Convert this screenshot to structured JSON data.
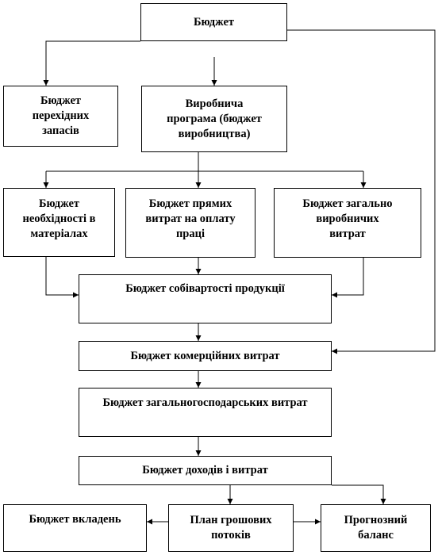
{
  "boxes": {
    "budget": "Бюджет",
    "inventory": "Бюджет\nперехідних\nзапасів",
    "production": "Виробнича\nпрограма (бюджет\nвиробництва)",
    "materials": "Бюджет\nнеобхідності в\nматеріалах",
    "labor": "Бюджет прямих\nвитрат на оплату\nпраці",
    "overhead": "Бюджет загально\nвиробничих\nвитрат",
    "cost": "Бюджет собівартості продукції",
    "commercial": "Бюджет комерційних витрат",
    "admin": "Бюджет загальногосподарських витрат",
    "income": "Бюджет доходів і витрат",
    "investment": "Бюджет вкладень",
    "cashflow": "План грошових\nпотоків",
    "balance": "Прогнозний\nбаланс"
  }
}
